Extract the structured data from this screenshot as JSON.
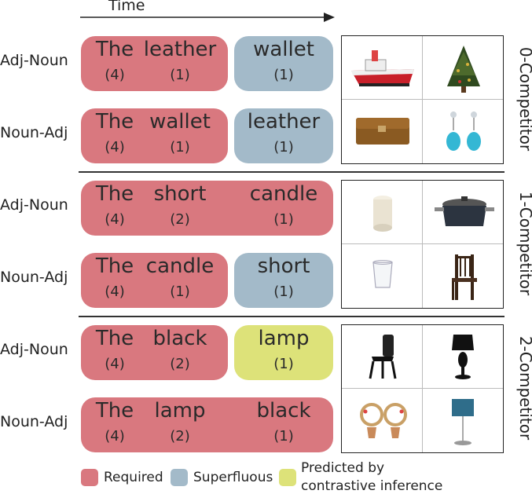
{
  "axis": {
    "time_label": "Time"
  },
  "colors": {
    "required": "#d9787f",
    "superfluous": "#a3bac9",
    "predicted": "#dde279"
  },
  "groups": [
    {
      "condition": "0-Competitor",
      "rows": [
        {
          "label": "Adj-Noun",
          "words": [
            {
              "w": "The",
              "n": "(4)"
            },
            {
              "w": "leather",
              "n": "(1)"
            },
            {
              "w": "wallet",
              "n": "(1)"
            }
          ]
        },
        {
          "label": "Noun-Adj",
          "words": [
            {
              "w": "The",
              "n": "(4)"
            },
            {
              "w": "wallet",
              "n": "(1)"
            },
            {
              "w": "leather",
              "n": "(1)"
            }
          ]
        }
      ],
      "images": [
        "boat-icon",
        "christmas-tree-icon",
        "wallet-icon",
        "earrings-icon"
      ]
    },
    {
      "condition": "1-Competitor",
      "rows": [
        {
          "label": "Adj-Noun",
          "words": [
            {
              "w": "The",
              "n": "(4)"
            },
            {
              "w": "short",
              "n": "(2)"
            },
            {
              "w": "candle",
              "n": "(1)"
            }
          ]
        },
        {
          "label": "Noun-Adj",
          "words": [
            {
              "w": "The",
              "n": "(4)"
            },
            {
              "w": "candle",
              "n": "(1)"
            },
            {
              "w": "short",
              "n": "(1)"
            }
          ]
        }
      ],
      "images": [
        "candle-icon",
        "pot-icon",
        "glass-icon",
        "chair-icon"
      ]
    },
    {
      "condition": "2-Competitor",
      "rows": [
        {
          "label": "Adj-Noun",
          "words": [
            {
              "w": "The",
              "n": "(4)"
            },
            {
              "w": "black",
              "n": "(2)"
            },
            {
              "w": "lamp",
              "n": "(1)"
            }
          ]
        },
        {
          "label": "Noun-Adj",
          "words": [
            {
              "w": "The",
              "n": "(4)"
            },
            {
              "w": "lamp",
              "n": "(2)"
            },
            {
              "w": "black",
              "n": "(1)"
            }
          ]
        }
      ],
      "images": [
        "black-chair-icon",
        "black-lamp-icon",
        "gold-earrings-icon",
        "blue-lamp-icon"
      ]
    }
  ],
  "legend": {
    "required": "Required",
    "superfluous": "Superfluous",
    "predicted_line1": "Predicted by",
    "predicted_line2": "contrastive inference"
  }
}
